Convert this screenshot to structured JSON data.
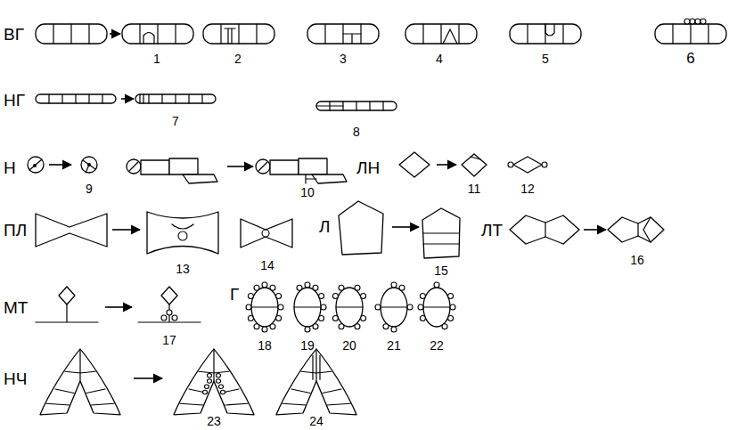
{
  "diagram": {
    "labels": [
      "ВГ",
      "1",
      "2",
      "3",
      "4",
      "5",
      "6",
      "НГ",
      "7",
      "8",
      "Н",
      "ЛН",
      "9",
      "10",
      "11",
      "12",
      "ПЛ",
      "Л",
      "ЛТ",
      "13",
      "14",
      "15",
      "16",
      "МТ",
      "Г",
      "17",
      "18",
      "19",
      "20",
      "21",
      "22",
      "НЧ",
      "23",
      "24"
    ]
  }
}
